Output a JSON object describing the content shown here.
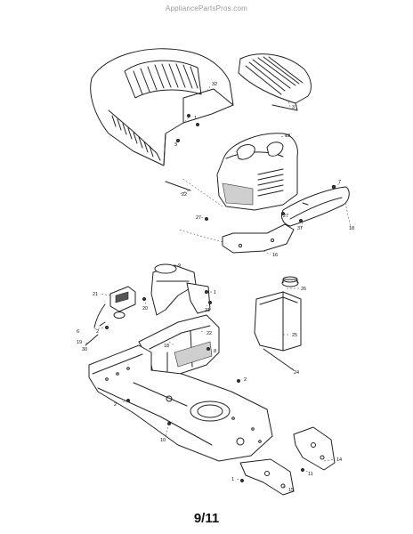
{
  "watermark": "AppliancePartsPros.com",
  "page_label": "9/11",
  "callouts": [
    {
      "id": "c32",
      "text": "32"
    },
    {
      "id": "c3a",
      "text": "3"
    },
    {
      "id": "c1a",
      "text": "1"
    },
    {
      "id": "c3b",
      "text": "3"
    },
    {
      "id": "c13",
      "text": "13"
    },
    {
      "id": "c7",
      "text": "7"
    },
    {
      "id": "c22",
      "text": "22"
    },
    {
      "id": "c27a",
      "text": "27"
    },
    {
      "id": "c18",
      "text": "18"
    },
    {
      "id": "c37",
      "text": "37"
    },
    {
      "id": "c27b",
      "text": "27"
    },
    {
      "id": "c16",
      "text": "16"
    },
    {
      "id": "c9",
      "text": "9"
    },
    {
      "id": "c26",
      "text": "26"
    },
    {
      "id": "c21a",
      "text": "21"
    },
    {
      "id": "c1b",
      "text": "1"
    },
    {
      "id": "c20",
      "text": "20"
    },
    {
      "id": "c21b",
      "text": "21"
    },
    {
      "id": "c2a",
      "text": "2"
    },
    {
      "id": "c6",
      "text": "6"
    },
    {
      "id": "c19",
      "text": "19"
    },
    {
      "id": "c30",
      "text": "30"
    },
    {
      "id": "c18b",
      "text": "18"
    },
    {
      "id": "c22b",
      "text": "22"
    },
    {
      "id": "c25",
      "text": "25"
    },
    {
      "id": "c8",
      "text": "8"
    },
    {
      "id": "c24",
      "text": "24"
    },
    {
      "id": "c2b",
      "text": "2"
    },
    {
      "id": "c2c",
      "text": "2"
    },
    {
      "id": "c10",
      "text": "10"
    },
    {
      "id": "c14",
      "text": "14"
    },
    {
      "id": "c11",
      "text": "11"
    },
    {
      "id": "c15",
      "text": "15"
    },
    {
      "id": "c1c",
      "text": "1"
    }
  ]
}
